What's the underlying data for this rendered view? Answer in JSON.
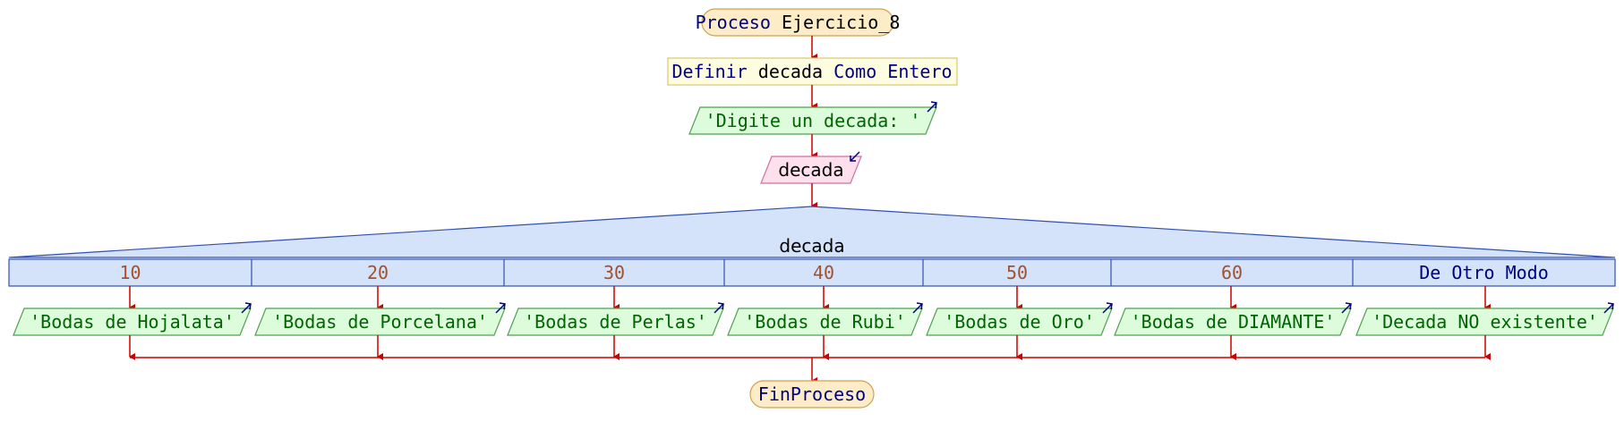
{
  "process": {
    "start": {
      "keyword": "Proceso",
      "name": "Ejercicio_8"
    },
    "define": {
      "kw1": "Definir",
      "var": "decada",
      "kw2": "Como",
      "type": "Entero"
    },
    "output": "'Digite un decada: '",
    "input": "decada",
    "switch": {
      "variable": "decada",
      "cases": [
        {
          "label": "10",
          "output": "'Bodas de Hojalata'"
        },
        {
          "label": "20",
          "output": "'Bodas de Porcelana'"
        },
        {
          "label": "30",
          "output": "'Bodas de Perlas'"
        },
        {
          "label": "40",
          "output": "'Bodas de Rubi'"
        },
        {
          "label": "50",
          "output": "'Bodas de Oro'"
        },
        {
          "label": "60",
          "output": "'Bodas de DIAMANTE'"
        },
        {
          "label": "De Otro Modo",
          "output": "'Decada NO existente'",
          "default": true
        }
      ]
    },
    "end": "FinProceso"
  },
  "colors": {
    "flow_line": "#cc0000",
    "keyword": "#000080",
    "number": "#a0522d",
    "string": "#006400",
    "terminal_fill": "#fdecc8",
    "terminal_stroke": "#d0a050",
    "define_fill": "#fffde0",
    "define_stroke": "#d8c870",
    "output_fill": "#dcfcdc",
    "output_stroke": "#50a050",
    "input_fill": "#fde0ec",
    "input_stroke": "#d070a0",
    "switch_fill": "#d4e2fa",
    "switch_stroke": "#3050b0",
    "arrow_icon": "#000080"
  }
}
